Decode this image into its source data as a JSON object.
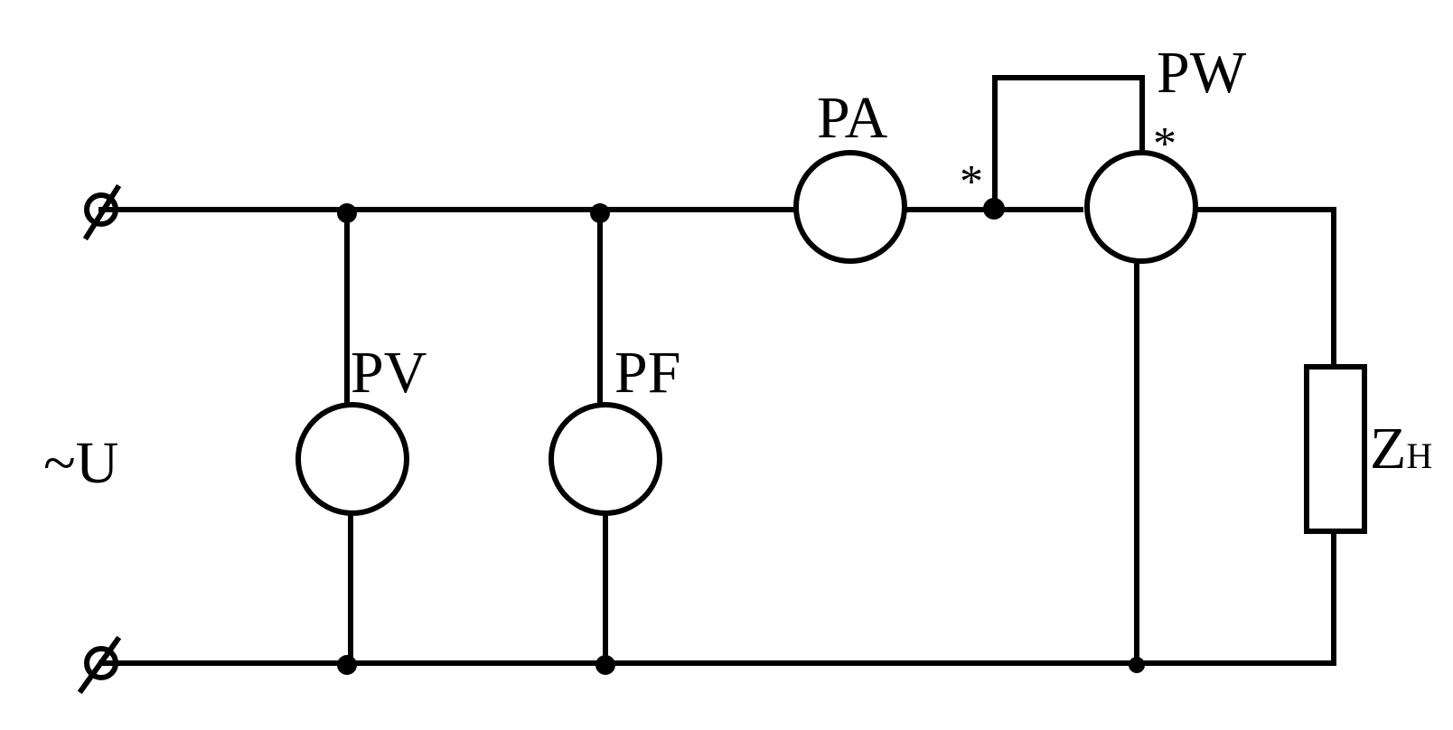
{
  "labels": {
    "source": "~U",
    "voltmeter": "PV",
    "frequency_meter": "PF",
    "ammeter": "PA",
    "wattmeter": "PW",
    "polarity_mark": "*",
    "load_main": "Z",
    "load_sub": "H"
  }
}
